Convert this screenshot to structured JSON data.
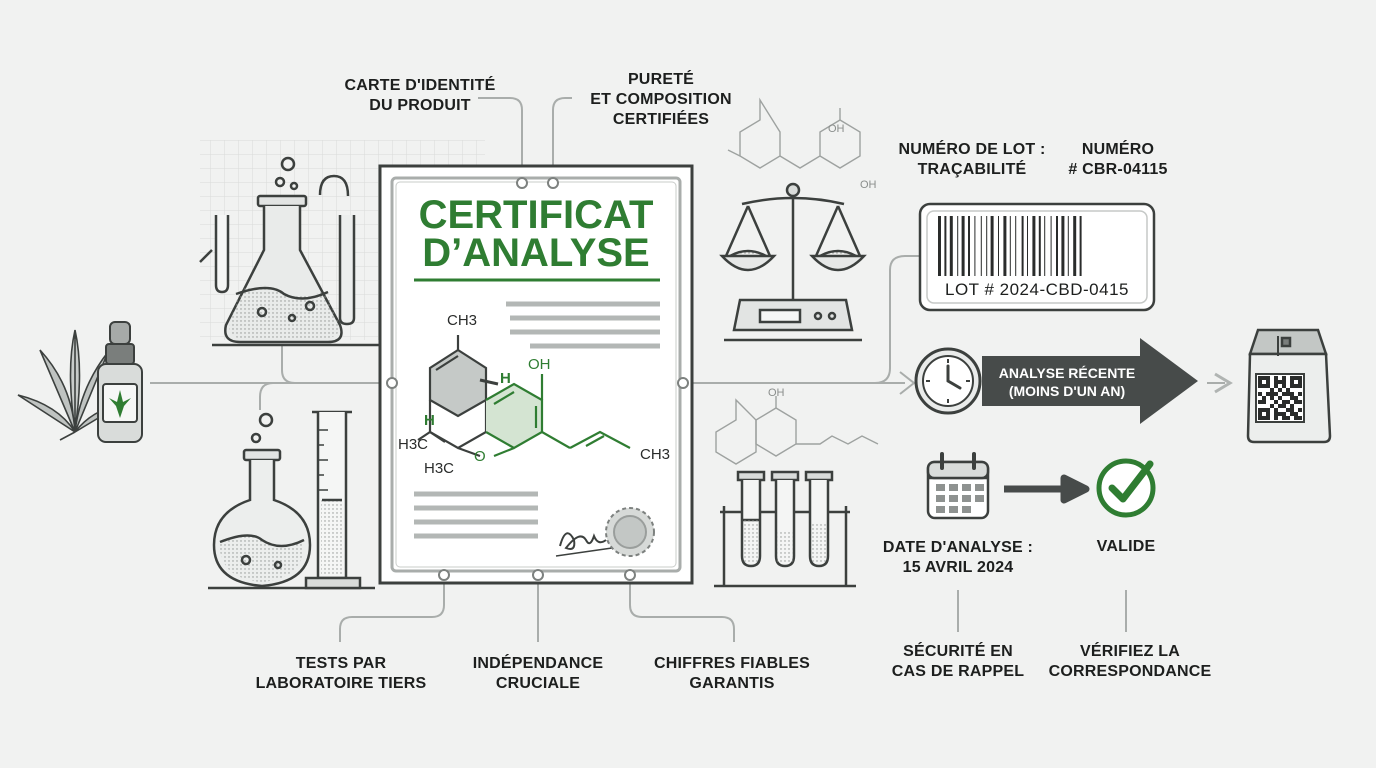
{
  "certificate": {
    "title_line1": "CERTIFICAT",
    "title_line2": "D’ANALYSE",
    "molecule": {
      "ch3_top": "CH3",
      "oh": "OH",
      "h_upper": "H",
      "h_lower": "H",
      "h3c_1": "H3C",
      "h3c_2": "H3C",
      "o_ring": "O",
      "ch3_right": "CH3"
    }
  },
  "callouts": {
    "identity": [
      "CARTE D'IDENTITÉ",
      "DU PRODUIT"
    ],
    "purity": [
      "PURETÉ",
      "ET COMPOSITION",
      "CERTIFIÉES"
    ],
    "lot_tracability": [
      "NUMÉRO DE LOT :",
      "TRAÇABILITÉ"
    ],
    "number": [
      "NUMÉRO",
      "# CBR-04115"
    ],
    "third_party": [
      "TESTS PAR",
      "LABORATOIRE TIERS"
    ],
    "independence": [
      "INDÉPENDANCE",
      "CRUCIALE"
    ],
    "reliable": [
      "CHIFFRES FIABLES",
      "GARANTIS"
    ],
    "analysis_date": [
      "DATE D'ANALYSE :",
      "15 AVRIL 2024"
    ],
    "valid": "VALIDE",
    "recall_safety": [
      "SÉCURITÉ EN",
      "CAS DE RAPPEL"
    ],
    "check_match": [
      "VÉRIFIEZ LA",
      "CORRESPONDANCE"
    ]
  },
  "lot_card": {
    "text": "LOT # 2024-CBD-0415"
  },
  "recent_arrow": {
    "line1": "ANALYSE RÉCENTE",
    "line2": "(MOINS D'UN AN)"
  },
  "colors": {
    "accent_green": "#2f7d32",
    "dark_gray": "#474b4a",
    "line_gray": "#a9adab",
    "background": "#f1f2f1"
  },
  "icons": [
    "hemp-leaf-icon",
    "oil-dropper-bottle-icon",
    "erlenmeyer-flask-icon",
    "round-bottom-flask-icon",
    "graduated-cylinder-icon",
    "balance-scale-icon",
    "test-tube-rack-icon",
    "clock-icon",
    "calendar-icon",
    "check-circle-icon",
    "product-bag-qr-icon",
    "barcode-icon",
    "signature-icon",
    "seal-icon"
  ]
}
